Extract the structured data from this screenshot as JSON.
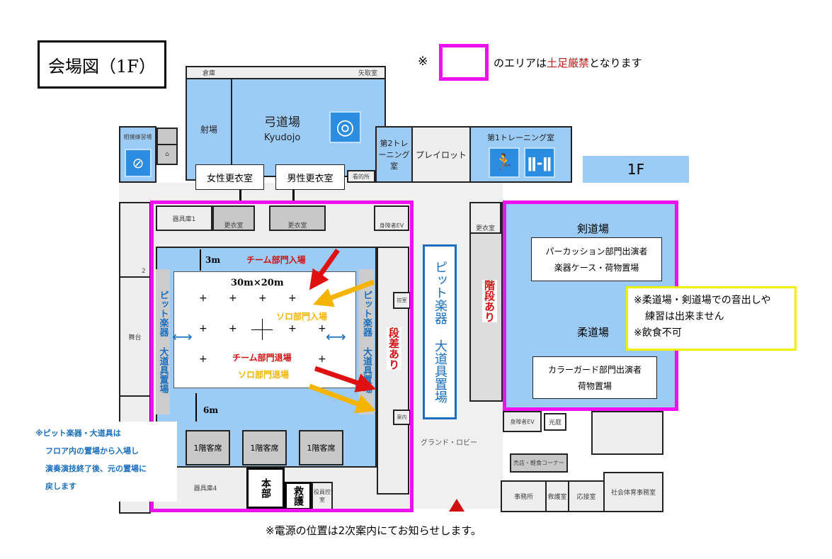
{
  "title": "会場図（1F）",
  "notice": {
    "mark": "※",
    "text_before": "のエリアは",
    "text_red": "土足厳禁",
    "text_after": "となります"
  },
  "floor_label": "1F",
  "rooms": {
    "souko": "倉庫",
    "yatori": "矢取室",
    "shajo": "射場",
    "kyudojo": "弓道場",
    "kyudojo_en": "Kyudojo",
    "sumo": "相撲練習場",
    "training2": "第2トレーニング室",
    "playlot": "プレイロット",
    "training1": "第1トレーニング室",
    "kanteki": "看的所",
    "kyoin1": "器具庫1",
    "kyoin4": "器具庫4",
    "koishitsu": "更衣室",
    "shougaisha_ev": "身障者EV",
    "butai": "舞台",
    "hikae": "控室",
    "annai": "案内",
    "yakuin": "役員控室",
    "ev2": "身障者EV",
    "hikari": "光庭",
    "baiten": "売店・軽食コーナー",
    "jimusho": "事務所",
    "kyugoshitsu": "救護室",
    "osetsu": "応接室",
    "shakai": "社会体育事務室",
    "lobby": "グランド・ロビー",
    "num2": "2"
  },
  "labels": {
    "women_locker": "女性更衣室",
    "men_locker": "男性更衣室",
    "dim_3m": "3m",
    "dim_6m": "6m",
    "stage_size": "30m×20m",
    "team_enter": "チーム部門入場",
    "solo_enter": "ソロ部門入場",
    "team_exit": "チーム部門退場",
    "solo_exit": "ソロ部門退場",
    "pit_left": "ピット楽器 大道具置場",
    "pit_right": "ピット楽器 大道具置場",
    "pit_lobby": "ピット楽器 大道具置場",
    "step": "段差あり",
    "stairs": "階段あり",
    "seat": "1階客席",
    "honbu": "本部",
    "kyugo": "救護",
    "kendojo": "剣道場",
    "judojo": "柔道場",
    "percussion": "パーカッション部門出演者",
    "percussion2": "楽器ケース・荷物置場",
    "colorguard": "カラーガード部門出演者",
    "colorguard2": "荷物置場"
  },
  "warning": [
    "※柔道場・剣道場での音出しや",
    "練習は出来ません",
    "※飲食不可"
  ],
  "pit_note": [
    "※ピット楽器・大道具は",
    "フロア内の置場から入場し",
    "演奏演技終了後、元の置場に",
    "戻します"
  ],
  "power_note": "※電源の位置は2次案内にてお知らせします。",
  "colors": {
    "magenta": "#ee10ee",
    "blue": "#9ccbf5",
    "red": "#d01010",
    "orange": "#f5b400",
    "arrow_blue": "#1a6fbf"
  }
}
